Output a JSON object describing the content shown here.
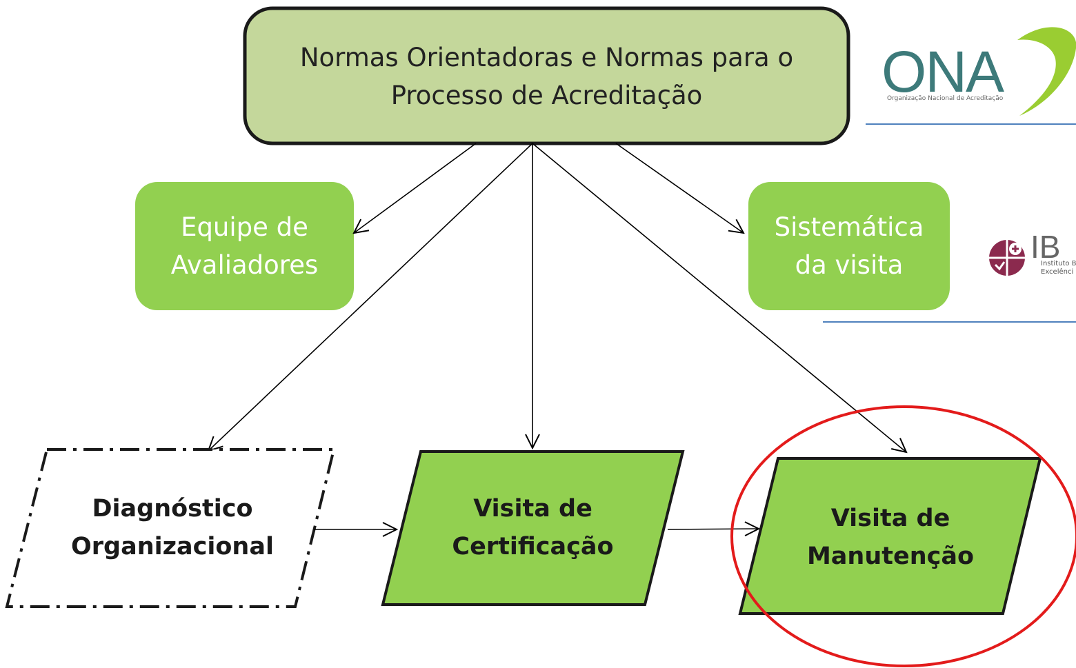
{
  "diagram": {
    "top_box": {
      "line1": "Normas Orientadoras e Normas para o",
      "line2": "Processo de Acreditação"
    },
    "left_box": {
      "line1": "Equipe de",
      "line2": "Avaliadores"
    },
    "right_box": {
      "line1": "Sistemática",
      "line2": "da visita"
    },
    "step1": {
      "line1": "Diagnóstico",
      "line2": "Organizacional"
    },
    "step2": {
      "line1": "Visita de",
      "line2": "Certificação"
    },
    "step3": {
      "line1": "Visita de",
      "line2": "Manutenção"
    }
  },
  "logos": {
    "ona": {
      "text": "ONA",
      "caption": "Organização Nacional de Acreditação"
    },
    "ibes": {
      "text": "IB",
      "caption_line1": "Instituto B",
      "caption_line2": "Excelênci"
    }
  },
  "colors": {
    "top_box_fill": "#c4d79b",
    "side_box_fill": "#92d050",
    "step_fill": "#92d050",
    "highlight_ellipse": "#e31b1b",
    "ona_text": "#3d7a7a",
    "ona_swoosh": "#9acd32",
    "ibes_logo": "#8b2a4e",
    "divider": "#4f81bd"
  }
}
